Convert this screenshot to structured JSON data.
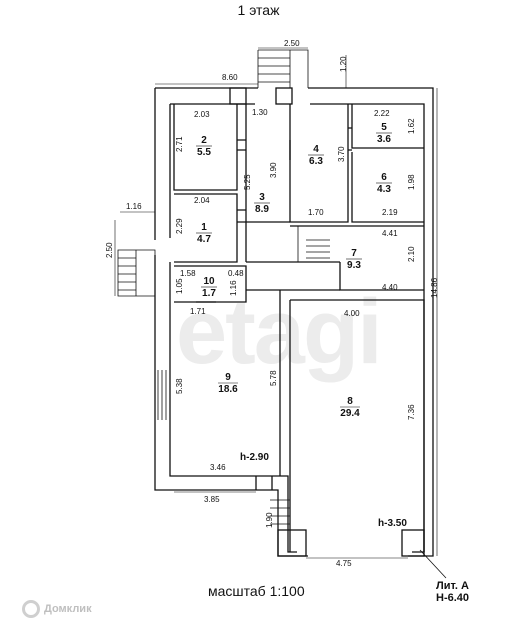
{
  "header": {
    "floor_title": "1 этаж"
  },
  "footer": {
    "scale_label": "масштаб 1:100",
    "lit_line1": "Лит. А",
    "lit_line2": "Н-6.40"
  },
  "watermark": {
    "text": "etagi",
    "logo_text": "Домклик"
  },
  "rooms": [
    {
      "number": "1",
      "area": "4.7"
    },
    {
      "number": "2",
      "area": "5.5"
    },
    {
      "number": "3",
      "area": "8.9"
    },
    {
      "number": "4",
      "area": "6.3"
    },
    {
      "number": "5",
      "area": "3.6"
    },
    {
      "number": "6",
      "area": "4.3"
    },
    {
      "number": "7",
      "area": "9.3"
    },
    {
      "number": "8",
      "area": "29.4"
    },
    {
      "number": "9",
      "area": "18.6"
    },
    {
      "number": "10",
      "area": "1.7"
    }
  ],
  "heights": {
    "h9": "h-2.90",
    "h8": "h-3.50"
  },
  "dimensions": [
    "8.60",
    "2.50",
    "1.20",
    "2.03",
    "1.30",
    "2.22",
    "2.71",
    "1.62",
    "3.90",
    "3.70",
    "5.25",
    "1.98",
    "2.04",
    "1.70",
    "2.19",
    "1.16",
    "2.29",
    "4.41",
    "2.50",
    "2.10",
    "1.58",
    "0.48",
    "1.05",
    "1.16",
    "4.40",
    "14.86",
    "1.71",
    "4.00",
    "5.38",
    "5.78",
    "7.36",
    "3.46",
    "3.85",
    "1.90",
    "4.75"
  ]
}
